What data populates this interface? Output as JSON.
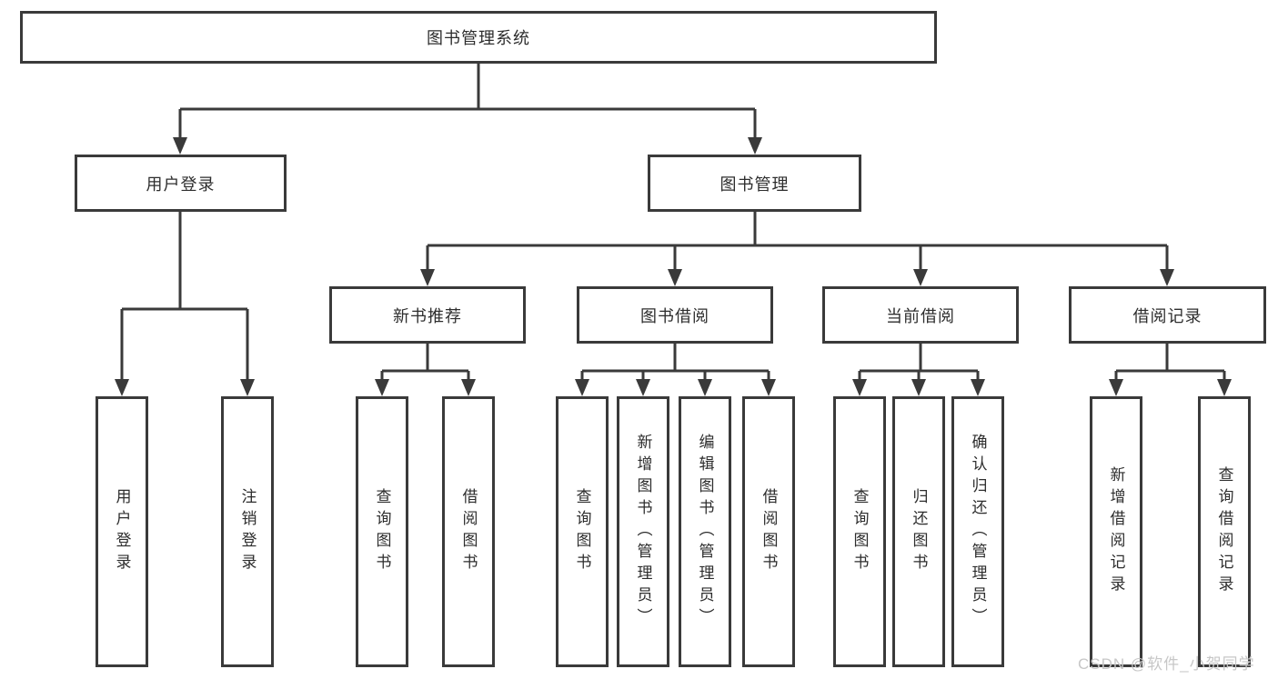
{
  "diagram": {
    "title_node": {
      "label": "图书管理系统"
    },
    "user_login": {
      "label": "用户登录",
      "children": [
        {
          "label": "用户登录"
        },
        {
          "label": "注销登录"
        }
      ]
    },
    "book_mgmt": {
      "label": "图书管理",
      "children": [
        {
          "label": "新书推荐",
          "children": [
            {
              "label": "查询图书"
            },
            {
              "label": "借阅图书"
            }
          ]
        },
        {
          "label": "图书借阅",
          "children": [
            {
              "label": "查询图书"
            },
            {
              "label": "新增图书（管理员）"
            },
            {
              "label": "编辑图书（管理员）"
            },
            {
              "label": "借阅图书"
            }
          ]
        },
        {
          "label": "当前借阅",
          "children": [
            {
              "label": "查询图书"
            },
            {
              "label": "归还图书"
            },
            {
              "label": "确认归还（管理员）"
            }
          ]
        },
        {
          "label": "借阅记录",
          "children": [
            {
              "label": "新增借阅记录"
            },
            {
              "label": "查询借阅记录"
            }
          ]
        }
      ]
    }
  },
  "watermark": {
    "text": "CSDN @软件_小贺同学"
  },
  "colors": {
    "line": "#3a3a3a",
    "box_border": "#3a3a3a",
    "box_fill": "#ffffff",
    "text": "#2d2d2d",
    "watermark": "#c7c7c7"
  }
}
